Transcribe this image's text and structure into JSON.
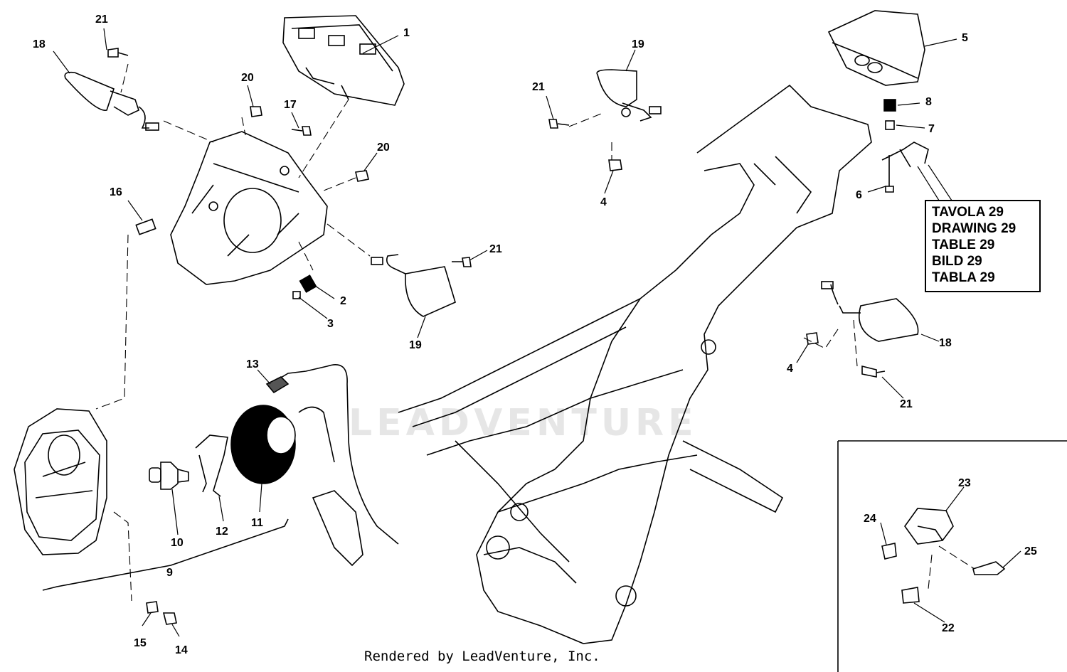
{
  "callouts": [
    {
      "id": "c21a",
      "text": "21"
    },
    {
      "id": "c18a",
      "text": "18"
    },
    {
      "id": "c1",
      "text": "1"
    },
    {
      "id": "c20a",
      "text": "20"
    },
    {
      "id": "c17",
      "text": "17"
    },
    {
      "id": "c20b",
      "text": "20"
    },
    {
      "id": "c16",
      "text": "16"
    },
    {
      "id": "c2",
      "text": "2"
    },
    {
      "id": "c3",
      "text": "3"
    },
    {
      "id": "c21b",
      "text": "21"
    },
    {
      "id": "c19a",
      "text": "19"
    },
    {
      "id": "c13",
      "text": "13"
    },
    {
      "id": "c10",
      "text": "10"
    },
    {
      "id": "c12",
      "text": "12"
    },
    {
      "id": "c11",
      "text": "11"
    },
    {
      "id": "c9",
      "text": "9"
    },
    {
      "id": "c15",
      "text": "15"
    },
    {
      "id": "c14",
      "text": "14"
    },
    {
      "id": "c21c",
      "text": "21"
    },
    {
      "id": "c19b",
      "text": "19"
    },
    {
      "id": "c4a",
      "text": "4"
    },
    {
      "id": "c5",
      "text": "5"
    },
    {
      "id": "c8",
      "text": "8"
    },
    {
      "id": "c7",
      "text": "7"
    },
    {
      "id": "c6",
      "text": "6"
    },
    {
      "id": "c18b",
      "text": "18"
    },
    {
      "id": "c4b",
      "text": "4"
    },
    {
      "id": "c21d",
      "text": "21"
    },
    {
      "id": "c23",
      "text": "23"
    },
    {
      "id": "c24",
      "text": "24"
    },
    {
      "id": "c25",
      "text": "25"
    },
    {
      "id": "c22",
      "text": "22"
    }
  ],
  "reference_box": [
    "TAVOLA 29",
    "DRAWING 29",
    "TABLE 29",
    "BILD 29",
    "TABLA 29"
  ],
  "credit": "Rendered by LeadVenture, Inc.",
  "watermark": "LEADVENTURE"
}
